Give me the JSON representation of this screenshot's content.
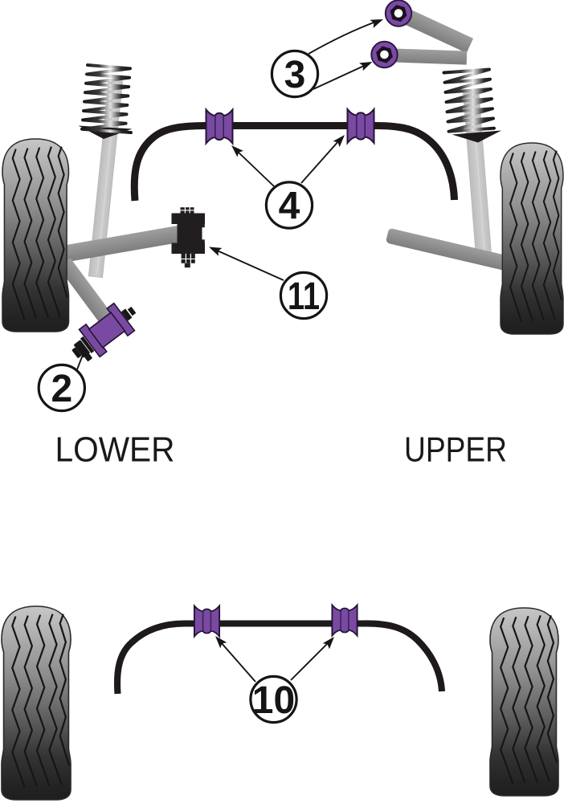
{
  "diagram": {
    "title": "suspension bushing fitment diagram",
    "background": "#ffffff",
    "colors": {
      "bushing_purple": "#7a4aa3",
      "bushing_outline": "#2d1843",
      "black_component": "#231f20",
      "anti_roll_bar": "#1d1a19",
      "arm_gray": "#8f8f8f",
      "strut_gray": "#c9c9c9",
      "tire_top": "#c9c9c9",
      "tire_bottom": "#1e1e1e"
    },
    "labels": {
      "lower": "LOWER",
      "upper": "UPPER"
    },
    "callouts": {
      "c2": {
        "number": "2",
        "target": "front lower arm rear bushing"
      },
      "c3": {
        "number": "3",
        "target": "front upper arm bushings"
      },
      "c4": {
        "number": "4",
        "target": "front anti-roll-bar bushings"
      },
      "c10": {
        "number": "10",
        "target": "rear anti-roll-bar bushings"
      },
      "c11": {
        "number": "11",
        "target": "engine mount bracket"
      }
    }
  }
}
